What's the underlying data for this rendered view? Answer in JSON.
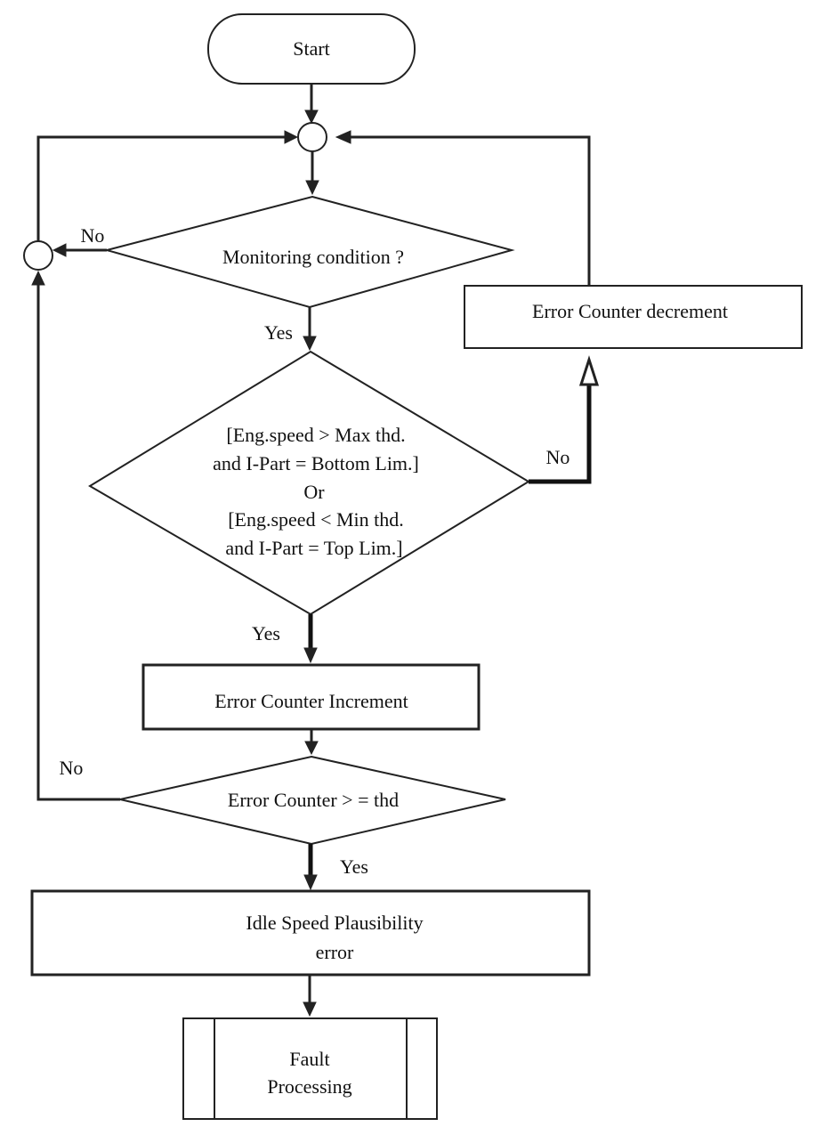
{
  "nodes": {
    "start": "Start",
    "monitoring_condition": "Monitoring condition ?",
    "speed_check": {
      "line1": "[Eng.speed > Max thd.",
      "line2": "and I-Part = Bottom Lim.]",
      "line3": "Or",
      "line4": "[Eng.speed < Min thd.",
      "line5": "and I-Part = Top Lim.]"
    },
    "error_counter_decrement": "Error Counter decrement",
    "error_counter_increment": "Error Counter Increment",
    "counter_threshold_check": "Error Counter > = thd",
    "plausibility_error": {
      "line1": "Idle Speed Plausibility",
      "line2": "error"
    },
    "fault_processing": {
      "line1": "Fault",
      "line2": "Processing"
    }
  },
  "edge_labels": {
    "monitoring_no": "No",
    "monitoring_yes": "Yes",
    "speed_no": "No",
    "speed_yes": "Yes",
    "threshold_no": "No",
    "threshold_yes": "Yes"
  }
}
